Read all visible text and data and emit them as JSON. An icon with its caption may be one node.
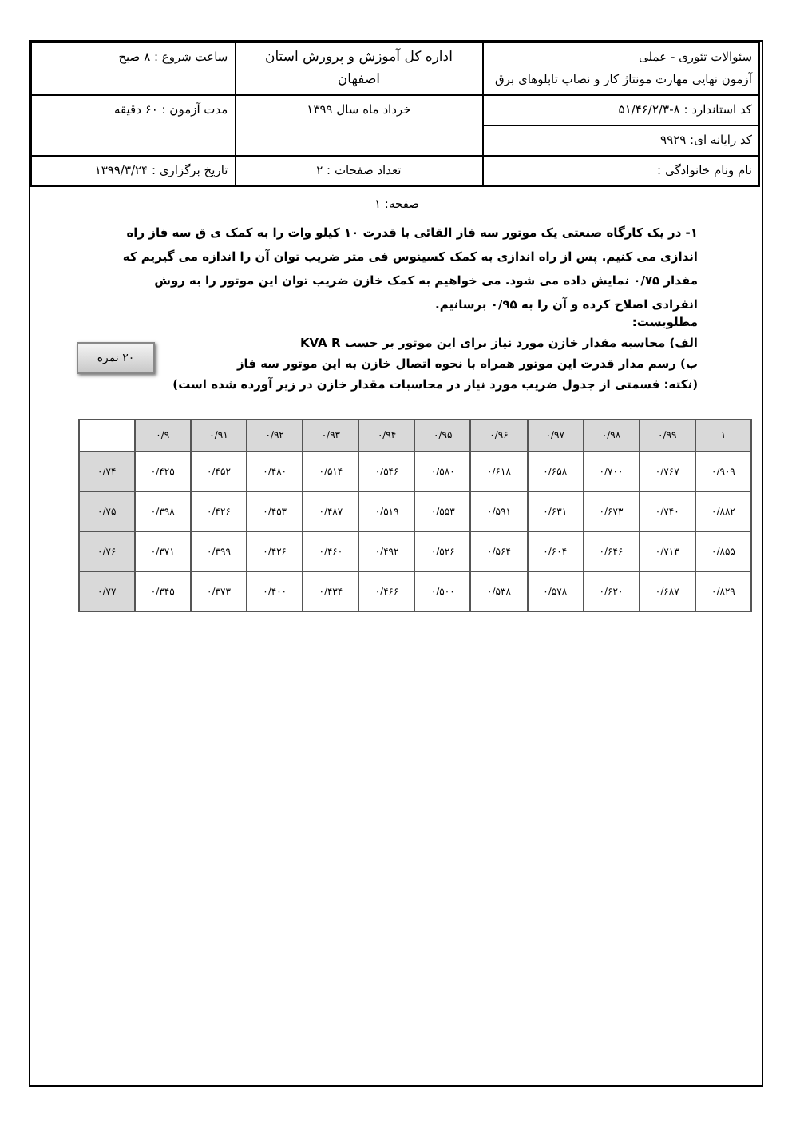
{
  "diagram": {
    "nodes": [
      {
        "text": [
          "۲۰ نمره"
        ]
      }
    ],
    "labels": [
      "سئوالات تئوری - عملی",
      "آزمون نهایی مهارت مونتاژ کار و نصاب تابلوهای برق",
      "اداره کل آموزش و پرورش استان   اصفهان",
      "ساعت شروع :  ۸ صبح",
      "کد استاندارد :  ۸-۵۱/۴۶/۲/۳",
      "خرداد ماه سال ۱۳۹۹",
      "مدت آزمون :  ۶۰ دقیقه",
      "کد رایانه ای: ۹۹۲۹",
      "نام ونام خانوادگی :",
      "تعداد صفحات : ۲",
      "تاریخ برگزاری :  ۱۳۹۹/۳/۲۴",
      "صفحه: ۱",
      "۱- در یک کارگاه صنعتی یک موتور سه فاز القائی با قدرت ۱۰ کیلو وات را به کمک ی ق سه فاز راه اندازی می کنیم. پس از راه اندازی به کمک کسینوس فی متر ضریب توان آن را اندازه می گیریم که مقدار ۰/۷۵ نمایش داده می شود. می خواهیم به کمک خازن ضریب توان این موتور را به روش انفرادی اصلاح کرده و آن را به ۰/۹۵ برسانیم.",
      "مطلوبست:",
      "الف) محاسبه مقدار خازن مورد نیاز برای این موتور بر حسب KVA R",
      "ب) رسم مدار قدرت این موتور همراه با نحوه اتصال خازن به این موتور سه فاز",
      "(نکته: قسمتی از جدول ضریب مورد نیاز در محاسبات مقدار خازن در زیر آورده شده است)",
      "۱",
      "۰/۹۹",
      "۰/۹۸",
      "۰/۹۷",
      "۰/۹۶",
      "۰/۹۵",
      "۰/۹۴",
      "۰/۹۳",
      "۰/۹۲",
      "۰/۹۱",
      "۰/۹",
      "۰/۹۰۹",
      "۰/۷۶۷",
      "۰/۷۰۰",
      "۰/۶۵۸",
      "۰/۶۱۸",
      "۰/۵۸۰",
      "۰/۵۴۶",
      "۰/۵۱۴",
      "۰/۴۸۰",
      "۰/۴۵۲",
      "۰/۴۲۵",
      "۰/۷۴",
      "۰/۸۸۲",
      "۰/۷۴۰",
      "۰/۶۷۳",
      "۰/۶۳۱",
      "۰/۵۹۱",
      "۰/۵۵۳",
      "۰/۵۱۹",
      "۰/۴۸۷",
      "۰/۴۵۳",
      "۰/۴۲۶",
      "۰/۳۹۸",
      "۰/۷۵",
      "۰/۸۵۵",
      "۰/۷۱۳",
      "۰/۶۴۶",
      "۰/۶۰۴",
      "۰/۵۶۴",
      "۰/۵۲۶",
      "۰/۴۹۲",
      "۰/۴۶۰",
      "۰/۴۲۶",
      "۰/۳۹۹",
      "۰/۳۷۱",
      "۰/۷۶",
      "۰/۸۲۹",
      "۰/۶۸۷",
      "۰/۶۲۰",
      "۰/۵۷۸",
      "۰/۵۳۸",
      "۰/۵۰۰",
      "۰/۴۶۶",
      "۰/۴۳۴",
      "۰/۴۰۰",
      "۰/۳۷۳",
      "۰/۳۴۵",
      "۰/۷۷"
    ]
  }
}
